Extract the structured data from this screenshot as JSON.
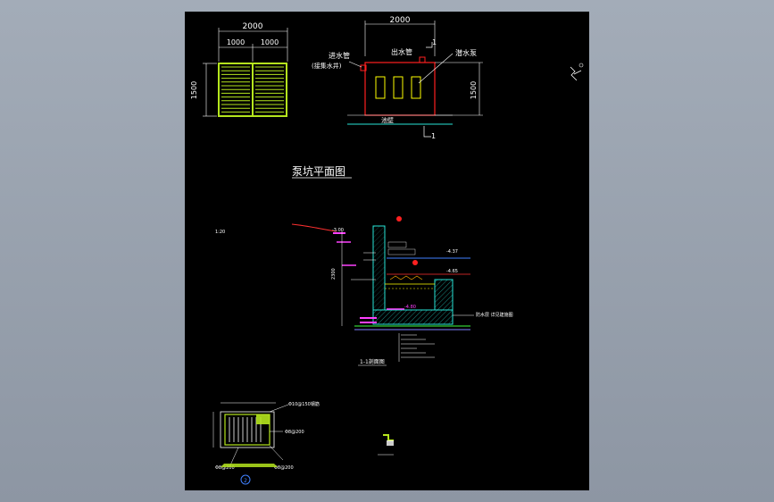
{
  "plan_view": {
    "width_total": "2000",
    "width_half_left": "1000",
    "width_half_right": "1000",
    "height": "1500"
  },
  "pump_pit_plan": {
    "width_total": "2000",
    "height": "1500",
    "outlet_pipe_label": "出水管",
    "inlet_pipe_label": "进水管",
    "inlet_source_label": "(接集水井)",
    "pump_label": "潜水泵",
    "section_mark": "1",
    "section_mark_bottom": "1",
    "bottom_label": "池壁",
    "title": "泵坑平面图"
  },
  "section_view": {
    "title": "1-1剖面图",
    "level_top": "-4.37",
    "level_mid": "-4.65",
    "level_bottom": "-4.80",
    "level_left": "-3.00",
    "note_right": "防水层 详见建施图"
  },
  "small_plan": {
    "label_right_top": "Φ10@150钢筋",
    "label_right_mid": "Φ8@200",
    "label_right_bottom": "Φ8@200",
    "label_left_bottom": "Φ8@200",
    "callout_number": "2"
  }
}
